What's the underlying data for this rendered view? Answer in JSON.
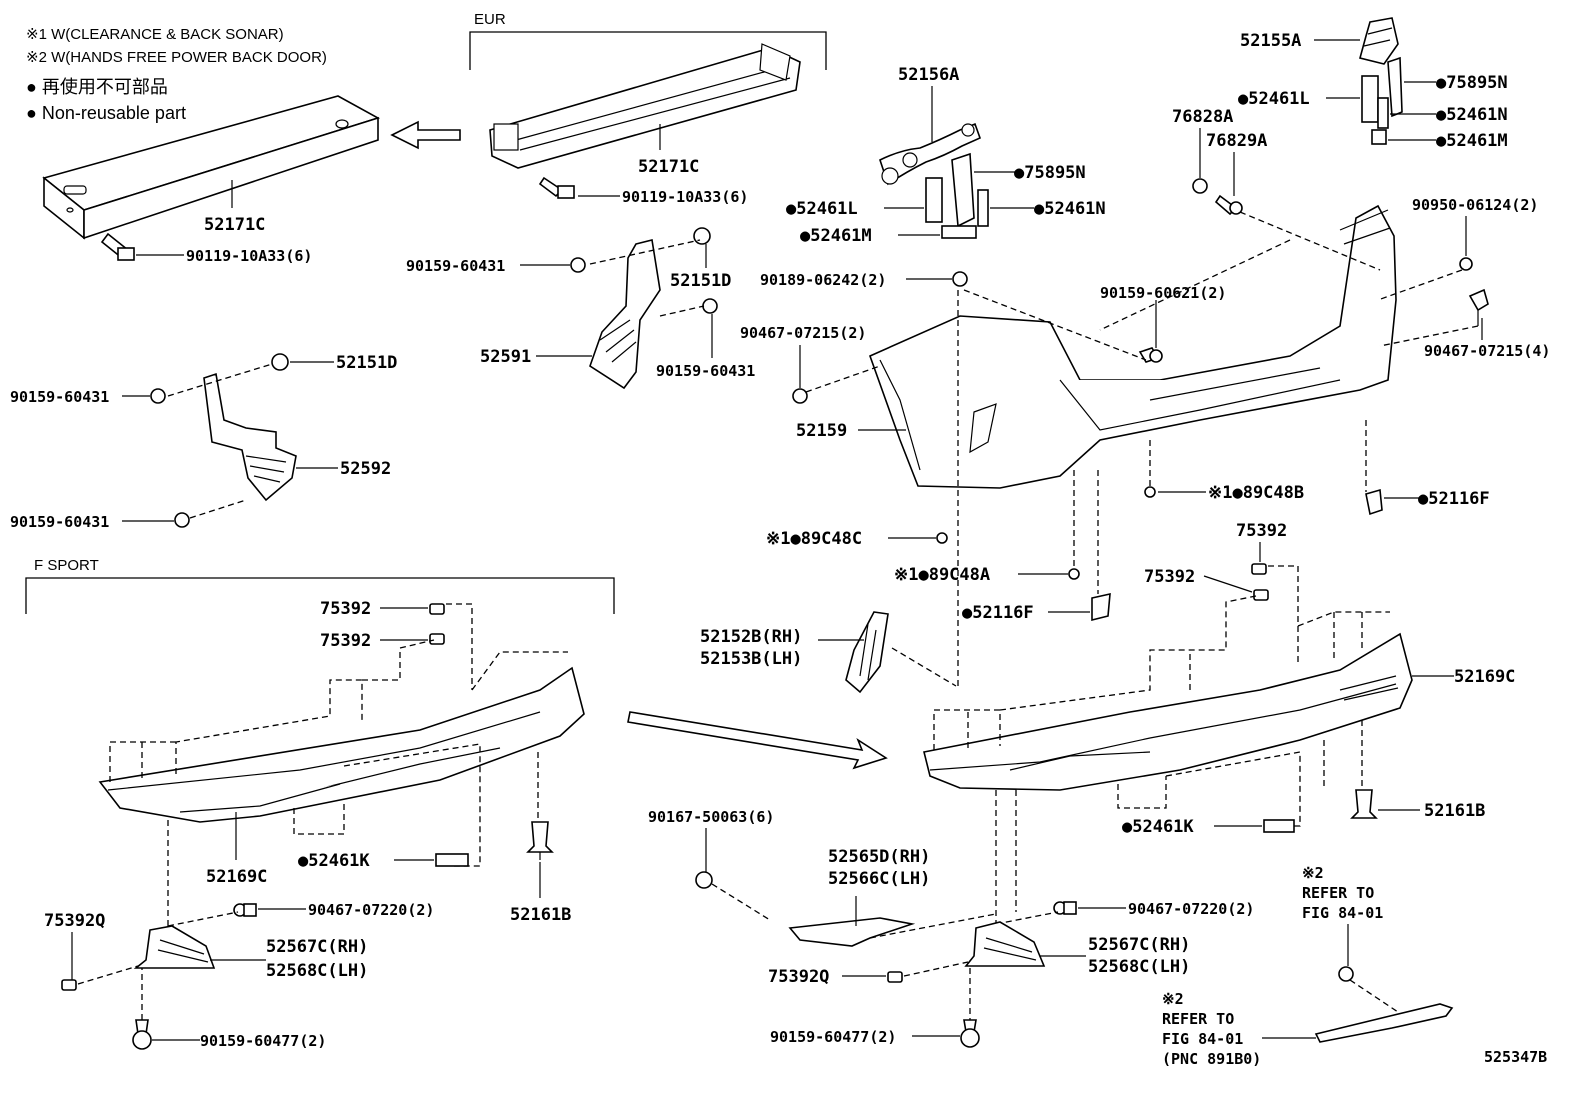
{
  "notes": {
    "note1": "※1 W(CLEARANCE & BACK SONAR)",
    "note2": "※2 W(HANDS FREE POWER BACK DOOR)",
    "legend_jp": "● 再使用不可部品",
    "legend_en": "● Non-reusable part"
  },
  "groups": {
    "eur": "EUR",
    "fsport": "F SPORT"
  },
  "labels": {
    "p52171c_left": "52171C",
    "p90119_left": "90119-10A33(6)",
    "p52171c_top": "52171C",
    "p90119_top": "90119-10A33(6)",
    "p90159_60431_a": "90159-60431",
    "p52151d_a": "52151D",
    "p52591": "52591",
    "p90159_60431_b": "90159-60431",
    "p90159_60431_c": "90159-60431",
    "p52151d_b": "52151D",
    "p52592": "52592",
    "p90159_60431_d": "90159-60431",
    "p52156a": "52156A",
    "p75895n": "●75895N",
    "p52461l_mid": "●52461L",
    "p52461n_mid": "●52461N",
    "p52461m_mid": "●52461M",
    "p90189": "90189-06242(2)",
    "p90467_07215_2": "90467-07215(2)",
    "p52159": "52159",
    "p52155a": "52155A",
    "p75895n_r": "●75895N",
    "p52461l_r": "●52461L",
    "p52461n_r": "●52461N",
    "p52461m_r": "●52461M",
    "p76828a": "76828A",
    "p76829a": "76829A",
    "p90950": "90950-06124(2)",
    "p90159_60621": "90159-60621(2)",
    "p90467_07215_4": "90467-07215(4)",
    "p89c48b": "※1●89C48B",
    "p52116f_r": "●52116F",
    "p89c48c": "※1●89C48C",
    "p89c48a": "※1●89C48A",
    "p52116f_m": "●52116F",
    "p52152b": "52152B(RH)",
    "p52153b": "52153B(LH)",
    "p75392_fs1": "75392",
    "p75392_fs2": "75392",
    "p52169c_fs": "52169C",
    "p52461k_fs": "●52461K",
    "p52161b_fs": "52161B",
    "p75392q_fs": "75392Q",
    "p90467_07220_fs": "90467-07220(2)",
    "p52567c_fs": "52567C(RH)",
    "p52568c_fs": "52568C(LH)",
    "p90159_60477_fs": "90159-60477(2)",
    "p75392_r1": "75392",
    "p75392_r2": "75392",
    "p52169c_r": "52169C",
    "p52461k_r": "●52461K",
    "p52161b_r": "52161B",
    "p90167": "90167-50063(6)",
    "p52565d": "52565D(RH)",
    "p52566c": "52566C(LH)",
    "p90467_07220_r": "90467-07220(2)",
    "p52567c_r": "52567C(RH)",
    "p52568c_r": "52568C(LH)",
    "p75392q_r": "75392Q",
    "p90159_60477_r": "90159-60477(2)",
    "ref1_mark": "※2",
    "ref1_a": "REFER TO",
    "ref1_b": "FIG 84-01",
    "ref2_mark": "※2",
    "ref2_a": "REFER TO",
    "ref2_b": "FIG 84-01",
    "ref2_c": "(PNC 891B0)",
    "fig_id": "525347B"
  }
}
